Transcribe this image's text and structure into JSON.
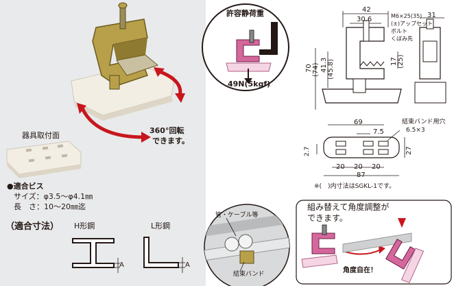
{
  "left": {
    "rotate_label_1": "360°回転",
    "rotate_label_2": "できます。",
    "mount_face_label": "器具取付面",
    "screw_title": "●適合ビス",
    "screw_size": "サイズ：φ3.5～φ4.1㎜",
    "screw_length": "長　さ：10～20㎜迄",
    "fit_title": "（適合寸法）",
    "h_steel": "H形鋼",
    "l_steel": "L形鋼",
    "dim_a": "A"
  },
  "load": {
    "title": "許容静荷重",
    "value": "49N(5kgf)"
  },
  "front_view": {
    "d42": "42",
    "d30_6": "30.6",
    "bolt_1": "M6×25(35)",
    "bolt_2": "(±)アップセット",
    "bolt_3": "ボルト",
    "bolt_4": "くぼみ先",
    "d70": "70",
    "d74": "(74)",
    "d41_3": "41.3",
    "d45_8": "(45.8)",
    "d17": "17",
    "d25": "(25)"
  },
  "side_view": {
    "d31": "31"
  },
  "bottom_view": {
    "d69": "69",
    "d7_5": "7.5",
    "band_1": "結束バンド用穴",
    "band_2": "6.5×3",
    "d2_7": "2.7",
    "d27": "27",
    "d20a": "20",
    "d20b": "20",
    "d20c": "20",
    "d87": "87",
    "note": "※(　)内寸法はSGKL-1です。"
  },
  "usage1": {
    "pipe_label": "管・ケーブル等",
    "band_label": "結束バンド"
  },
  "usage2": {
    "title_1": "組み替えて角度調整が",
    "title_2": "できます。",
    "angle_label": "角度自在！"
  },
  "colors": {
    "left_bg": "#e9eaeb",
    "accent_pink": "#d4679c",
    "pale_pink": "#f5d5e3",
    "gold": "#b8a04a",
    "ivory": "#f2eee4",
    "arrow_red": "#c8161d",
    "usage_bg": "#d9dadb"
  }
}
